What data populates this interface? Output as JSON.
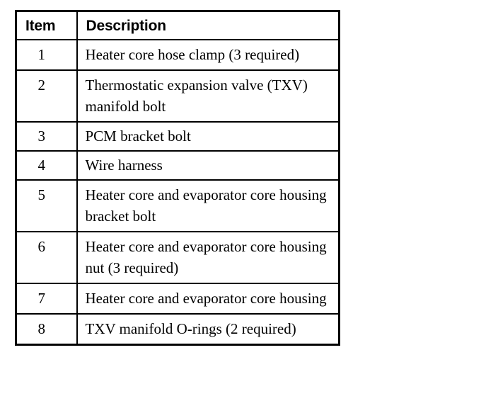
{
  "table": {
    "headers": {
      "item": "Item",
      "description": "Description"
    },
    "rows": [
      {
        "item": "1",
        "description": "Heater core hose clamp (3 required)",
        "lines": 2
      },
      {
        "item": "2",
        "description": "Thermostatic expansion valve (TXV) manifold bolt",
        "lines": 2
      },
      {
        "item": "3",
        "description": "PCM bracket bolt",
        "lines": 1
      },
      {
        "item": "4",
        "description": "Wire harness",
        "lines": 1
      },
      {
        "item": "5",
        "description": "Heater core and evaporator core housing bracket bolt",
        "lines": 2
      },
      {
        "item": "6",
        "description": "Heater core and evaporator core housing nut (3 required)",
        "lines": 2
      },
      {
        "item": "7",
        "description": "Heater core and evaporator core housing",
        "lines": 2
      },
      {
        "item": "8",
        "description": "TXV manifold O-rings (2 required)",
        "lines": 2
      }
    ]
  },
  "style": {
    "border_color": "#000000",
    "background_color": "#ffffff",
    "text_color": "#000000"
  }
}
